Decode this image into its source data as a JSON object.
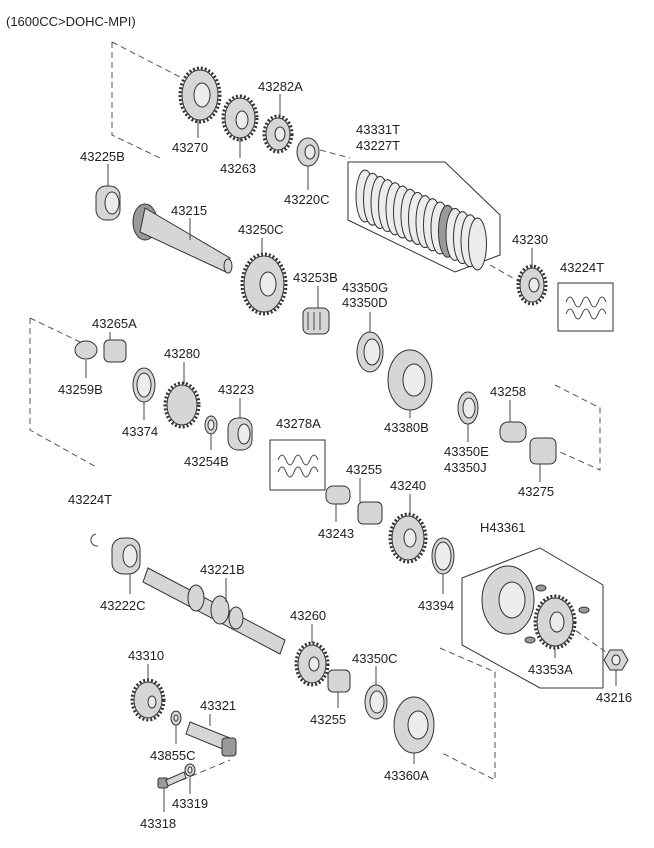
{
  "title": "(1600CC>DOHC-MPI)",
  "parts": {
    "p43270": "43270",
    "p43263": "43263",
    "p43282A": "43282A",
    "p43220C": "43220C",
    "p43331T": "43331T",
    "p43227T": "43227T",
    "p43225B": "43225B",
    "p43215": "43215",
    "p43250C": "43250C",
    "p43253B": "43253B",
    "p43230": "43230",
    "p43224T_top": "43224T",
    "p43350G": "43350G",
    "p43350D": "43350D",
    "p43265A": "43265A",
    "p43259B": "43259B",
    "p43280": "43280",
    "p43374": "43374",
    "p43223": "43223",
    "p43254B": "43254B",
    "p43380B": "43380B",
    "p43258": "43258",
    "p43350E": "43350E",
    "p43350J": "43350J",
    "p43275": "43275",
    "p43278A": "43278A",
    "p43255_mid": "43255",
    "p43240": "43240",
    "p43243": "43243",
    "p43224T_left": "43224T",
    "p43222C": "43222C",
    "p43221B": "43221B",
    "pH43361": "H43361",
    "p43394": "43394",
    "p43260": "43260",
    "p43350C": "43350C",
    "p43255_low": "43255",
    "p43353A": "43353A",
    "p43216": "43216",
    "p43310": "43310",
    "p43321": "43321",
    "p43855C": "43855C",
    "p43319": "43319",
    "p43318": "43318",
    "p43360A": "43360A"
  }
}
